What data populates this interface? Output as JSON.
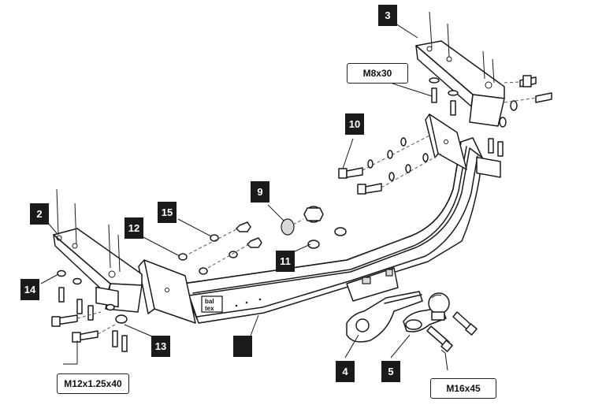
{
  "labels": {
    "l1": "",
    "l2": "2",
    "l3": "3",
    "l4": "4",
    "l5": "5",
    "l9": "9",
    "l10": "10",
    "l11": "11",
    "l12": "12",
    "l13": "13",
    "l14": "14",
    "l15": "15"
  },
  "specs": {
    "bolt_bracket": "M8x30",
    "bolt_side": "M12x1.25x40",
    "bolt_ball": "M16x45"
  },
  "logo": {
    "line1": "bal",
    "line2": "tex"
  }
}
